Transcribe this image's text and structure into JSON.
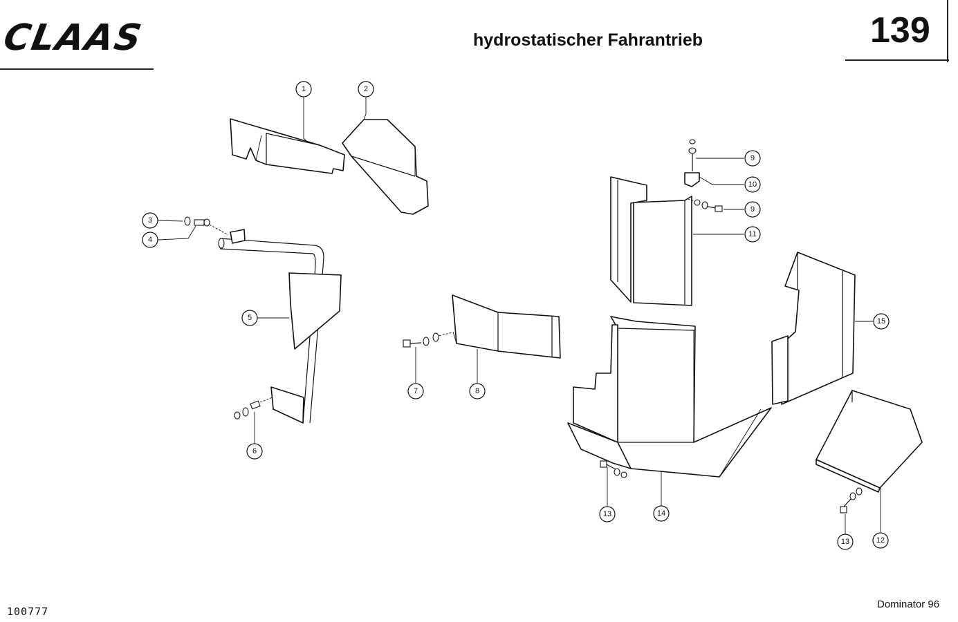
{
  "header": {
    "brand": "CLAAS",
    "title": "hydrostatischer Fahrantrieb",
    "page_number": "139"
  },
  "footer": {
    "doc_code": "100777",
    "model": "Dominator 96"
  },
  "callouts": [
    "1",
    "2",
    "3",
    "4",
    "5",
    "6",
    "7",
    "8",
    "9",
    "9",
    "10",
    "11",
    "12",
    "13",
    "13",
    "14",
    "15"
  ]
}
